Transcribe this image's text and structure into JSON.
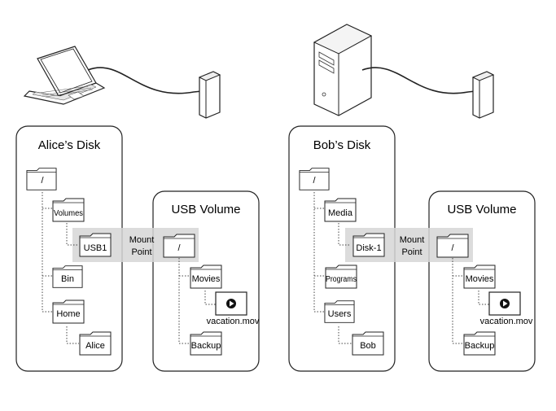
{
  "left": {
    "disk_title": "Alice’s Disk",
    "usb_title": "USB Volume",
    "mount_line1": "Mount",
    "mount_line2": "Point",
    "disk_folders": {
      "root": "/",
      "volumes": "Volumes",
      "usb1": "USB1",
      "bin": "Bin",
      "home": "Home",
      "user": "Alice"
    },
    "usb_folders": {
      "root": "/",
      "movies": "Movies",
      "backup": "Backup"
    },
    "file": "vacation.mov"
  },
  "right": {
    "disk_title": "Bob’s Disk",
    "usb_title": "USB Volume",
    "mount_line1": "Mount",
    "mount_line2": "Point",
    "disk_folders": {
      "root": "/",
      "media": "Media",
      "disk1": "Disk-1",
      "programs": "Programs",
      "users": "Users",
      "user": "Bob"
    },
    "usb_folders": {
      "root": "/",
      "movies": "Movies",
      "backup": "Backup"
    },
    "file": "vacation.mov"
  },
  "icons": [
    "laptop-icon",
    "tower-server-icon",
    "external-drive-icon",
    "folder-icon",
    "play-icon"
  ],
  "colors": {
    "mount_band": "#d6d6d6",
    "stroke": "#222222"
  }
}
